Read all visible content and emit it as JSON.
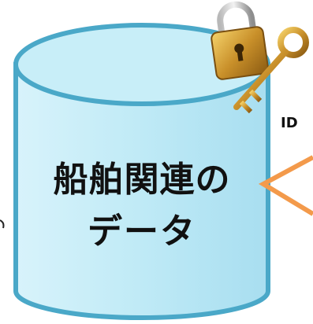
{
  "database": {
    "line1": "船舶関連の",
    "line2": "データ",
    "fill_color": "#bfeaf6",
    "stroke_color": "#4aa8c8"
  },
  "callout": {
    "text": "ID",
    "color": "#f39a4b"
  },
  "icons": {
    "lock": "padlock-icon",
    "key": "key-icon"
  }
}
